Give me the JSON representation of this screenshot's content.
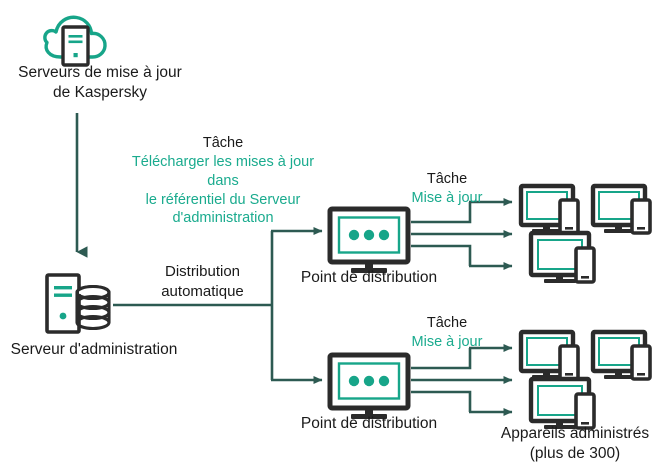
{
  "diagram": {
    "title": "Kaspersky update distribution scheme",
    "colors": {
      "teal_text": "#1aab8e",
      "teal_icon": "#17a589",
      "dark": "#2b2b2b",
      "arrow": "#2d5a52",
      "background": "#ffffff"
    },
    "nodes": {
      "kaspersky_update_servers": {
        "icon": "cloud-server-icon",
        "label_line1": "Serveurs de mise à jour",
        "label_line2": "de Kaspersky"
      },
      "administration_server": {
        "icon": "server-database-icon",
        "label": "Serveur d'administration"
      },
      "distribution_point_top": {
        "icon": "monitor-dots-icon",
        "label": "Point de distribution"
      },
      "distribution_point_bottom": {
        "icon": "monitor-dots-icon",
        "label": "Point de distribution"
      },
      "managed_devices": {
        "icon": "monitor-phone-icon",
        "label_line1": "Appareils administrés",
        "label_line2": "(plus de 300)"
      }
    },
    "edge_labels": {
      "download_task": {
        "heading": "Tâche",
        "line1": "Télécharger les mises à jour",
        "line2": "dans",
        "line3": "le référentiel du Serveur",
        "line4": "d'administration"
      },
      "automatic_distribution": {
        "line1": "Distribution",
        "line2": "automatique"
      },
      "update_task_top": {
        "heading": "Tâche",
        "line1": "Mise à jour"
      },
      "update_task_bottom": {
        "heading": "Tâche",
        "line1": "Mise à jour"
      }
    }
  }
}
